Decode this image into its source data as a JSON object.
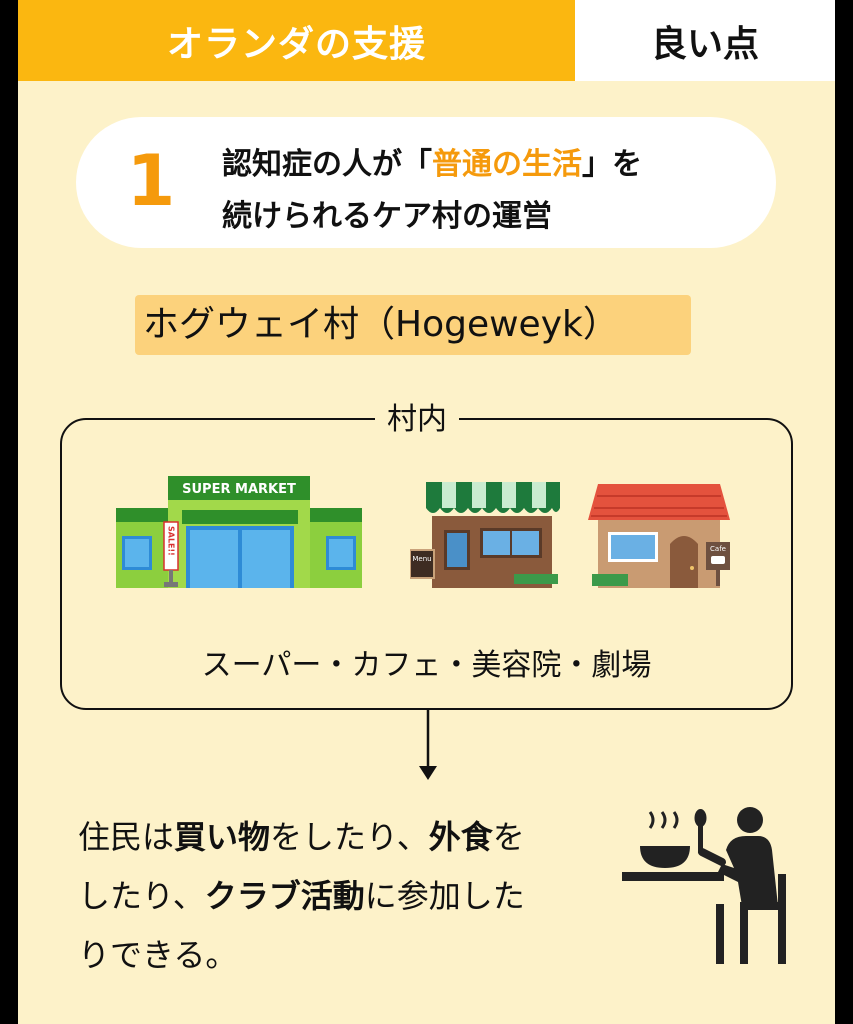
{
  "header": {
    "title": "オランダの支援",
    "tab": "良い点"
  },
  "point": {
    "number": "1",
    "line1_pre": "認知症の人が「",
    "line1_highlight": "普通の生活",
    "line1_post": "」を",
    "line2": "続けられるケア村の運営"
  },
  "village_name": "ホグウェイ村（Hogeweyk）",
  "inside": {
    "label": "村内",
    "supermarket_sign": "SUPER MARKET",
    "sale_sign": "SALE!!",
    "menu_sign": "Menu",
    "cafe_sign": "Cafe",
    "facilities": "スーパー・カフェ・美容院・劇場"
  },
  "description": {
    "p1": "住民は",
    "b1": "買い物",
    "p2": "をしたり、",
    "b2": "外食",
    "p3": "を",
    "p4": "したり、",
    "b3": "クラブ活動",
    "p5": "に参加した",
    "p6": "りできる。"
  },
  "colors": {
    "accent": "#fbb710",
    "highlight": "#f59a0c",
    "background": "#fdf2c9"
  }
}
